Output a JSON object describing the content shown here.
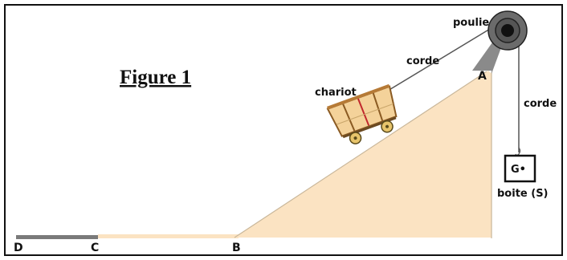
{
  "figure": {
    "title": "Figure 1"
  },
  "labels": {
    "pulley": "poulie",
    "rope_incline": "corde",
    "rope_vertical": "corde",
    "cart": "chariot",
    "box": "boite (S)",
    "center_mass": "G•"
  },
  "points": {
    "A": "A",
    "B": "B",
    "C": "C",
    "D": "D"
  },
  "colors": {
    "ramp_fill": "#fbe3c2",
    "ground_rough": "#7a7a7a",
    "rope": "#555555",
    "pulley": "#6b6b6b",
    "cart_wood": "#e9b26a"
  }
}
